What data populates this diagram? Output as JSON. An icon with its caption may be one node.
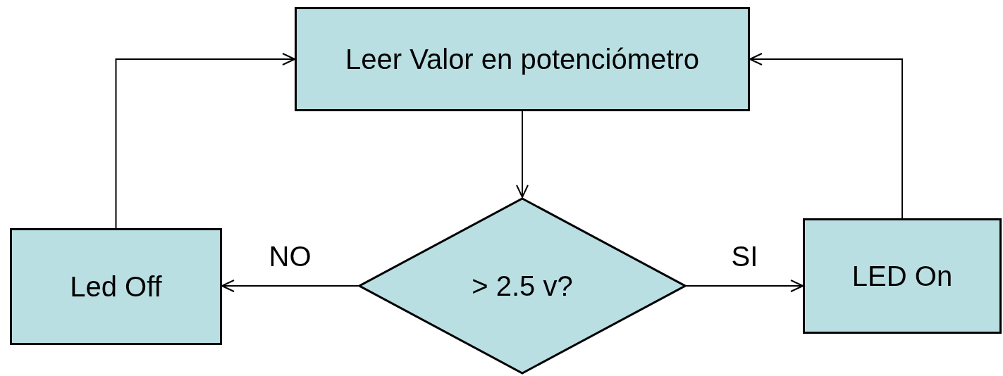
{
  "diagram": {
    "nodes": [
      {
        "text": [
          "Leer Valor en potenciómetro"
        ]
      },
      {
        "text": [
          "> 2.5 v?"
        ]
      },
      {
        "text": [
          "Led Off"
        ]
      },
      {
        "text": [
          "LED On"
        ]
      }
    ],
    "edges": [
      {
        "from": 0,
        "to": 1,
        "arrow": "to"
      },
      {
        "from": 1,
        "to": 2,
        "arrow": "to",
        "label": "NO"
      },
      {
        "from": 1,
        "to": 3,
        "arrow": "to",
        "label": "SI"
      },
      {
        "from": 2,
        "to": 0,
        "arrow": "to"
      },
      {
        "from": 3,
        "to": 0,
        "arrow": "to"
      }
    ]
  }
}
